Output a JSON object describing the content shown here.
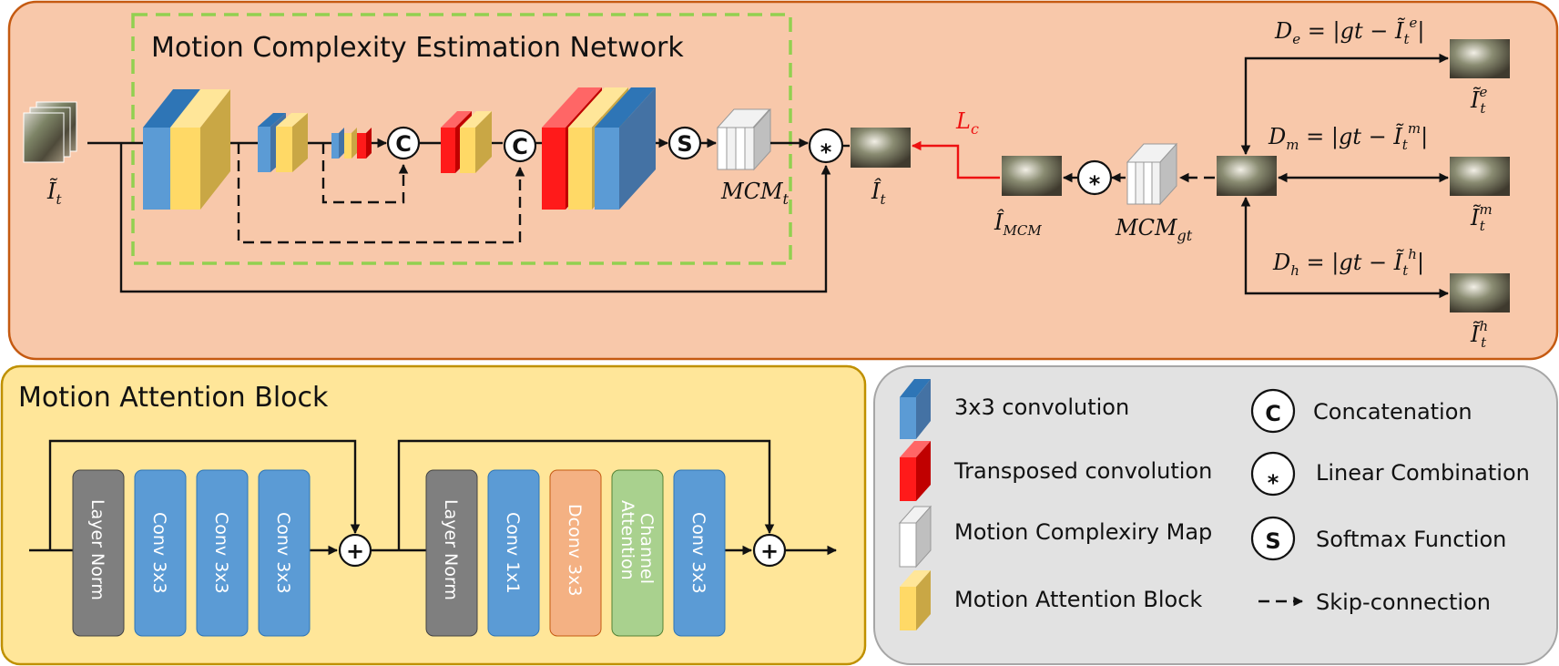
{
  "top_panel": {
    "network_title": "Motion Complexity Estimation Network",
    "input_label": "Ĩ",
    "input_sub": "t",
    "mcm_t_label": "MCM",
    "mcm_t_sub": "t",
    "output_label": "Î",
    "output_sub": "t",
    "loss_label": "L",
    "loss_sub": "c",
    "mcm_image_label": "Î",
    "mcm_image_sub": "MCM",
    "mcm_gt_label": "MCM",
    "mcm_gt_sub": "gt",
    "op_concat": "C",
    "op_linear": "*",
    "op_softmax": "S",
    "eq_e": "D",
    "eq_e_sub": "e",
    "eq_e_body": " = |gt − Ĩ",
    "eq_e_sup": "e",
    "eq_e_subt": "t",
    "eq_m": "D",
    "eq_m_sub": "m",
    "eq_m_body": " = |gt − Ĩ",
    "eq_m_sup": "m",
    "eq_m_subt": "t",
    "eq_h": "D",
    "eq_h_sub": "h",
    "eq_h_body": " = |gt − Ĩ",
    "eq_h_sup": "h",
    "eq_h_subt": "t",
    "img_e": "Ĩ",
    "img_e_sup": "e",
    "img_e_sub": "t",
    "img_m": "Ĩ",
    "img_m_sup": "m",
    "img_m_sub": "t",
    "img_h": "Ĩ",
    "img_h_sup": "h",
    "img_h_sub": "t"
  },
  "attention_panel": {
    "title": "Motion Attention Block",
    "blocks": [
      "Layer Norm",
      "Conv 3x3",
      "Conv 3x3",
      "Conv 3x3",
      "Layer Norm",
      "Conv 1x1",
      "Dconv 3x3",
      "Channel",
      "Attention",
      "Conv 3x3"
    ],
    "plus": "+"
  },
  "legend": {
    "conv": "3x3 convolution",
    "transposed": "Transposed convolution",
    "mcm": "Motion Complexiry Map",
    "mab": "Motion Attention Block",
    "concat": "Concatenation",
    "linear": "Linear Combination",
    "softmax": "Softmax Function",
    "skip": "Skip-connection",
    "concat_symbol": "C",
    "linear_symbol": "*",
    "softmax_symbol": "S"
  },
  "colors": {
    "top_panel_bg": "#f8c8aa",
    "top_panel_border": "#c55a11",
    "attention_bg": "#ffe699",
    "attention_border": "#bf9000",
    "legend_bg": "#e2e2e2",
    "conv_blue": "#5b9bd5",
    "transposed_red": "#ff1a1a",
    "mab_yellow": "#ffd966",
    "map_gray": "#d9d9d9",
    "norm_gray": "#7f7f7f",
    "dconv_orange": "#f4b183",
    "attn_green": "#a9d18e",
    "dashed_green": "#92d050",
    "loss_red": "#ee1111"
  }
}
